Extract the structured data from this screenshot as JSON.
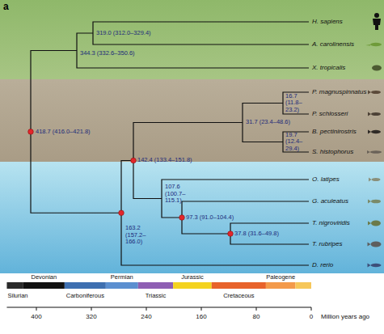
{
  "diagram": {
    "labels": [
      "a",
      "H. sapiens",
      "A. carolinensis",
      "X. tropicalis",
      "P. magnuspinnatus",
      "P. schlosseri",
      "B. pectinirostris",
      "S. histophorus",
      "O. latipes",
      "G. aculeatus",
      "T. nigroviridis",
      "T. rubripes",
      "D. rerio",
      "319.0 (312.0–329.4)",
      "344.3 (332.6–350.6)",
      "418.7 (416.0–421.8)",
      "16.7 (11.8–23.2)",
      "31.7 (23.4–48.6)",
      "19.7 (12.4–29.4)",
      "142.4 (133.4–151.8)",
      "107.6 (100.7–115.1)",
      "97.3 (91.0–104.4)",
      "37.8 (31.6–49.8)",
      "163.2 (157.2–166.0)",
      "Devonian",
      "Permian",
      "Jurassic",
      "Paleogene",
      "Silurian",
      "Carboniferous",
      "Triassic",
      "Cretaceous",
      "400",
      "320",
      "240",
      "160",
      "80",
      "0",
      "Million years ago"
    ]
  }
}
